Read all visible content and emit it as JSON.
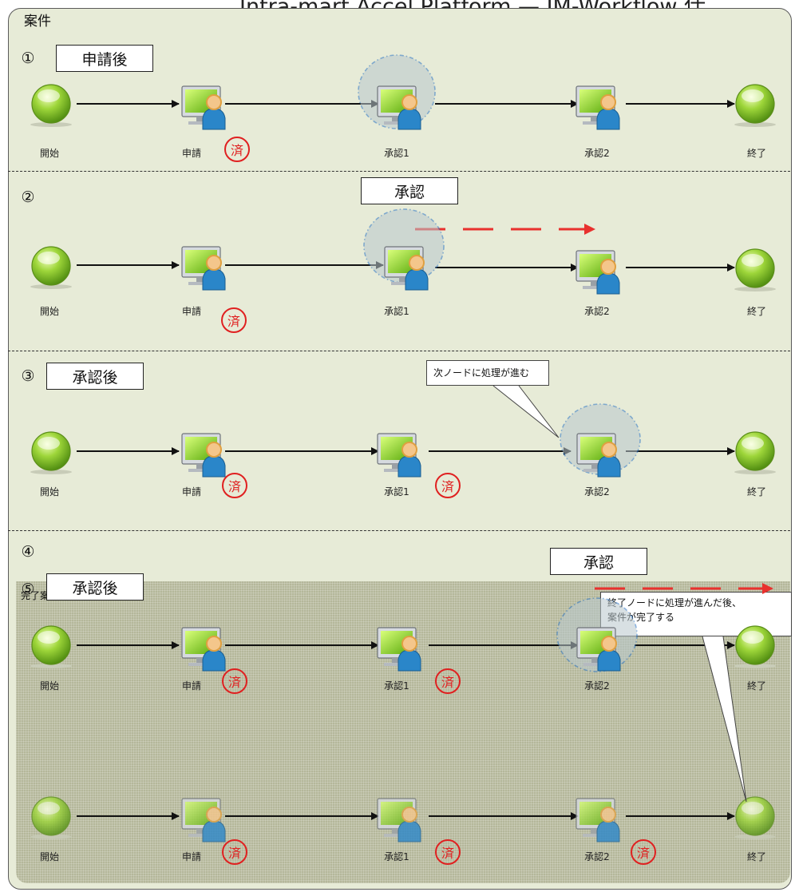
{
  "header": {
    "title": "Intra-mart Accel Platform — IM-Workflow 仕"
  },
  "frame": {
    "title": "案件"
  },
  "sections": [
    {
      "number": "①",
      "box_label": "申請後"
    },
    {
      "number": "②",
      "box_label": "承認"
    },
    {
      "number": "③",
      "box_label": "承認後",
      "callout": "次ノードに処理が進む"
    },
    {
      "number": "④",
      "box_label": "承認"
    },
    {
      "number": "⑤",
      "box_label": "承認後",
      "area_label": "完了案件",
      "callout_line1": "終了ノードに処理が進んだ後、",
      "callout_line2": "案件が完了する"
    }
  ],
  "nodes": {
    "start": "開始",
    "apply": "申請",
    "approve1": "承認1",
    "approve2": "承認2",
    "end": "終了"
  },
  "stamp": "済",
  "colors": {
    "background": "#e7ebd7",
    "completed_area": "#b4b79a",
    "stamp": "#e02020",
    "dashed_arrow": "#e8312e",
    "highlight_circle": "#2a73c4"
  }
}
